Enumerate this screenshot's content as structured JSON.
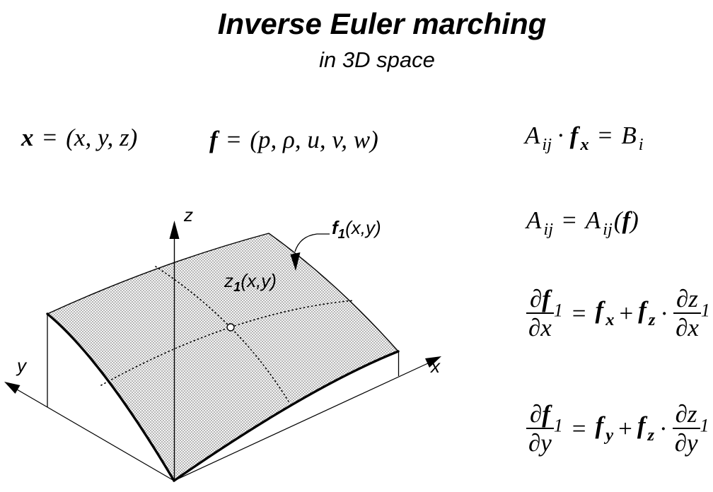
{
  "title": "Inverse Euler marching",
  "subtitle": "in 3D space",
  "equations": {
    "x_def": {
      "lhs": "x",
      "rel": "=",
      "rhs": "(x, y, z)"
    },
    "f_def": {
      "lhs": "f",
      "rel": "=",
      "rhs": "(p, ρ, u, v, w)"
    },
    "system": {
      "a": "A",
      "a_sub": "ij",
      "dot": "·",
      "f": "f",
      "f_sub": "x",
      "rel": "=",
      "b": "B",
      "b_sub": "i"
    },
    "jacobian": {
      "a1": "A",
      "a1_sub": "ij",
      "rel": "=",
      "a2": "A",
      "a2_sub": "ij",
      "lparen": "(",
      "f": "f",
      "rparen": ")"
    },
    "chain_x": {
      "num_partial": "∂",
      "num_f": "f",
      "num_sub": "1",
      "den": "∂x",
      "rel": "=",
      "t1": "f",
      "t1_sub": "x",
      "plus": "+",
      "t2": "f",
      "t2_sub": "z",
      "dot": "·",
      "num2": "∂z",
      "num2_sub": "1",
      "den2": "∂x"
    },
    "chain_y": {
      "num_partial": "∂",
      "num_f": "f",
      "num_sub": "1",
      "den": "∂y",
      "rel": "=",
      "t1": "f",
      "t1_sub": "y",
      "plus": "+",
      "t2": "f",
      "t2_sub": "z",
      "dot": "·",
      "num2": "∂z",
      "num2_sub": "1",
      "den2": "∂y"
    }
  },
  "diagram": {
    "axis_z": "z",
    "axis_x": "x",
    "axis_y": "y",
    "surface_label": {
      "base": "z",
      "sub": "1",
      "args": "(x,y)"
    },
    "callout_label": {
      "base": "f",
      "sub": "1",
      "args": "(x,y)"
    }
  }
}
